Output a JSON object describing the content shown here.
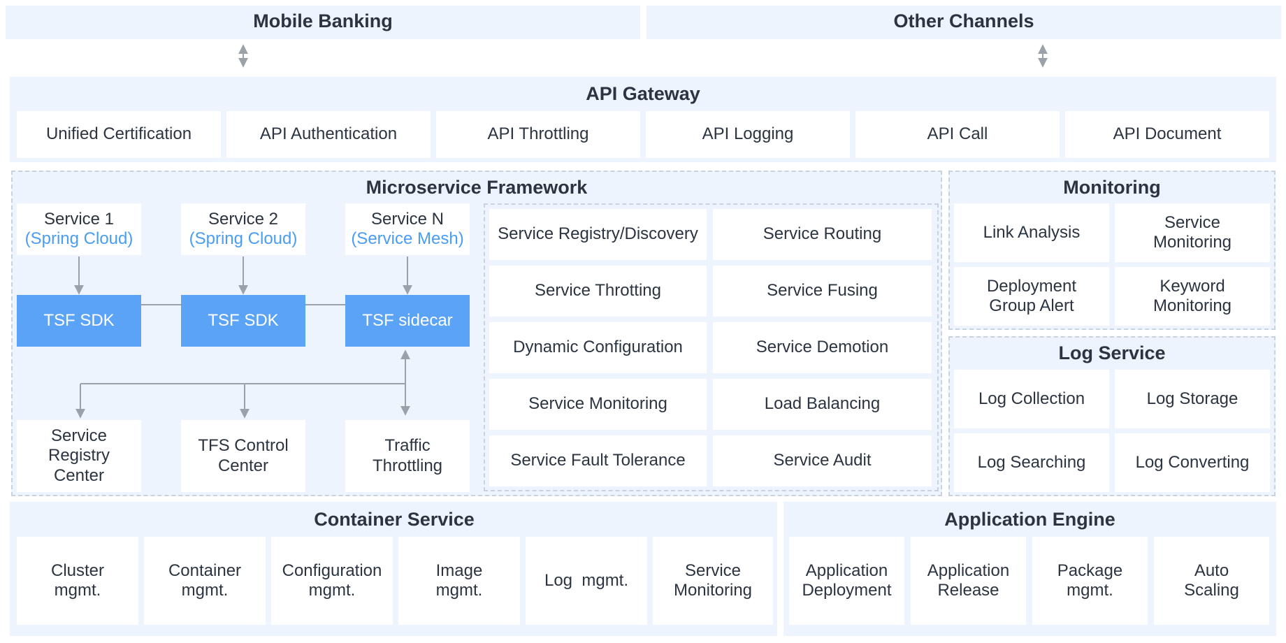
{
  "channels": {
    "mobile_banking": "Mobile Banking",
    "other_channels": "Other Channels"
  },
  "api_gateway": {
    "title": "API Gateway",
    "items": [
      "Unified Certification",
      "API Authentication",
      "API Throttling",
      "API Logging",
      "API Call",
      "API Document"
    ]
  },
  "microservice": {
    "title": "Microservice Framework",
    "services": [
      {
        "name": "Service 1",
        "type": "(Spring Cloud)"
      },
      {
        "name": "Service 2",
        "type": "(Spring Cloud)"
      },
      {
        "name": "Service N",
        "type": "(Service Mesh)"
      }
    ],
    "sdks": [
      "TSF SDK",
      "TSF SDK",
      "TSF sidecar"
    ],
    "centers": [
      [
        "Service",
        "Registry",
        "Center"
      ],
      [
        "TFS Control",
        "Center"
      ],
      [
        "Traffic",
        "Throttling"
      ]
    ],
    "capabilities": [
      "Service Registry/Discovery",
      "Service Routing",
      "Service Throtting",
      "Service Fusing",
      "Dynamic Configuration",
      "Service Demotion",
      "Service Monitoring",
      "Load Balancing",
      "Service Fault Tolerance",
      "Service Audit"
    ]
  },
  "monitoring": {
    "title": "Monitoring",
    "items": [
      [
        "Link Analysis"
      ],
      [
        "Service",
        "Monitoring"
      ],
      [
        "Deployment",
        "Group Alert"
      ],
      [
        "Keyword",
        "Monitoring"
      ]
    ]
  },
  "log_service": {
    "title": "Log Service",
    "items": [
      "Log Collection",
      "Log Storage",
      "Log Searching",
      "Log Converting"
    ]
  },
  "container_service": {
    "title": "Container Service",
    "items": [
      [
        "Cluster",
        "mgmt."
      ],
      [
        "Container",
        "mgmt."
      ],
      [
        "Configuration",
        "mgmt."
      ],
      [
        "Image",
        "mgmt."
      ],
      [
        "Log  mgmt."
      ],
      [
        "Service",
        "Monitoring"
      ]
    ]
  },
  "application_engine": {
    "title": "Application Engine",
    "items": [
      [
        "Application",
        "Deployment"
      ],
      [
        "Application",
        "Release"
      ],
      [
        "Package",
        "mgmt."
      ],
      [
        "Auto",
        "Scaling"
      ]
    ]
  },
  "colors": {
    "panel": "#edf4fe",
    "accent": "#5aa3f6",
    "accent_text": "#4a9df2",
    "text": "#2b3440",
    "connector": "#9aa1a8"
  }
}
